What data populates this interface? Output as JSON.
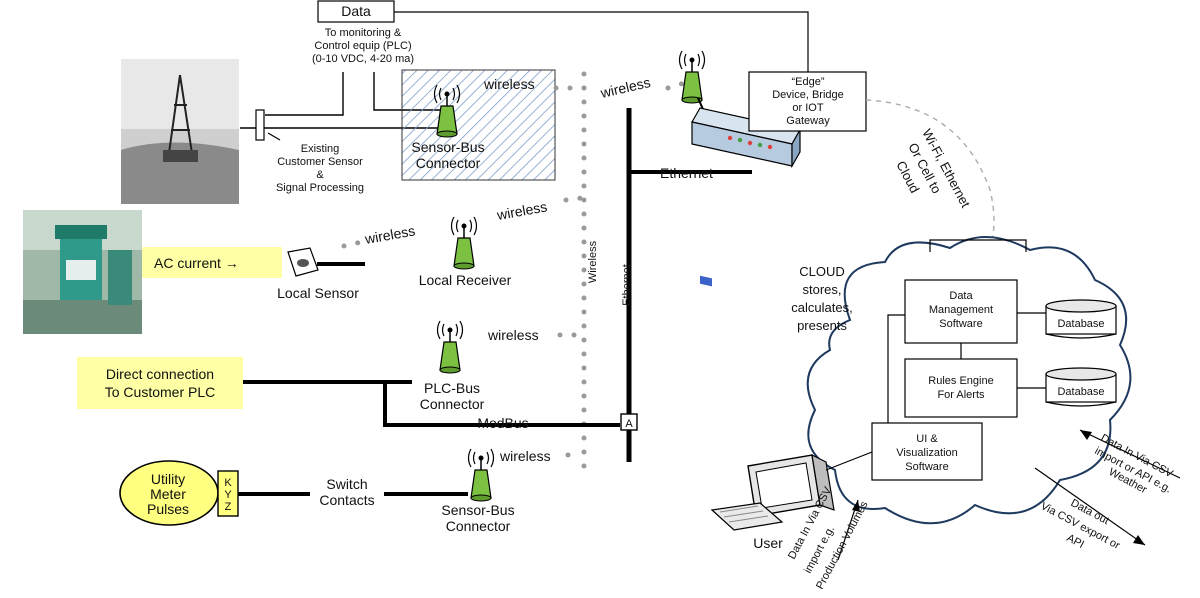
{
  "data_box": "Data",
  "monitoring": {
    "line1": "To monitoring &",
    "line2": "Control equip (PLC)",
    "line3": "(0-10 VDC, 4-20 ma)"
  },
  "existing_sensor": {
    "line1": "Existing",
    "line2": "Customer Sensor",
    "line3": "&",
    "line4": "Signal Processing"
  },
  "sensor_bus_top": {
    "line1": "Sensor-Bus",
    "line2": "Connector"
  },
  "wireless_label": "wireless",
  "wireless_vertical": "Wireless",
  "ethernet_vertical": "Ethernet",
  "ethernet_label": "Ethernet",
  "modbus": "ModBus",
  "junction": "A",
  "edge_device": {
    "line1": "“Edge”",
    "line2": "Device, Bridge",
    "line3": "or IOT",
    "line4": "Gateway"
  },
  "cloud_link": {
    "line1": "Wi-Fi, Ethernet",
    "line2": "Or Cell to",
    "line3": "Cloud"
  },
  "ac_current": "AC current →",
  "local_sensor": "Local Sensor",
  "local_receiver": "Local Receiver",
  "plc_bus": {
    "line1": "PLC-Bus",
    "line2": "Connector"
  },
  "direct_connection": {
    "line1": "Direct connection",
    "line2": "To Customer PLC"
  },
  "utility_meter": {
    "line1": "Utility",
    "line2": "Meter",
    "line3": "Pulses"
  },
  "kyz": {
    "k": "K",
    "y": "Y",
    "z": "Z"
  },
  "switch_contacts": {
    "line1": "Switch",
    "line2": "Contacts"
  },
  "sensor_bus_bottom": {
    "line1": "Sensor-Bus",
    "line2": "Connector"
  },
  "cloud": {
    "line1": "CLOUD",
    "line2": "stores,",
    "line3": "calculates,",
    "line4": "presents"
  },
  "data_management": {
    "line1": "Data",
    "line2": "Management",
    "line3": "Software"
  },
  "rules_engine": {
    "line1": "Rules Engine",
    "line2": "For Alerts"
  },
  "ui_software": {
    "line1": "UI &",
    "line2": "Visualization",
    "line3": "Software"
  },
  "database": "Database",
  "user": "User",
  "data_in_user": {
    "line1": "Data In Via CSV",
    "line2": "import e.g.",
    "line3": "Production Volumes"
  },
  "data_in_weather": {
    "line1": "Data In Via CSV",
    "line2": "import or API e.g.",
    "line3": "Weather"
  },
  "data_out": {
    "line1": "Data out",
    "line2": "Via CSV export or",
    "line3": "API"
  },
  "colors": {
    "antenna_green": "#7cc142",
    "highlight_yellow": "#ffffa6",
    "meter_yellow": "#ffff80",
    "cloud_outline": "#1f3a5f",
    "hatch_blue": "#7f9fc8",
    "edge_device_blue": "#b6cbe0"
  }
}
